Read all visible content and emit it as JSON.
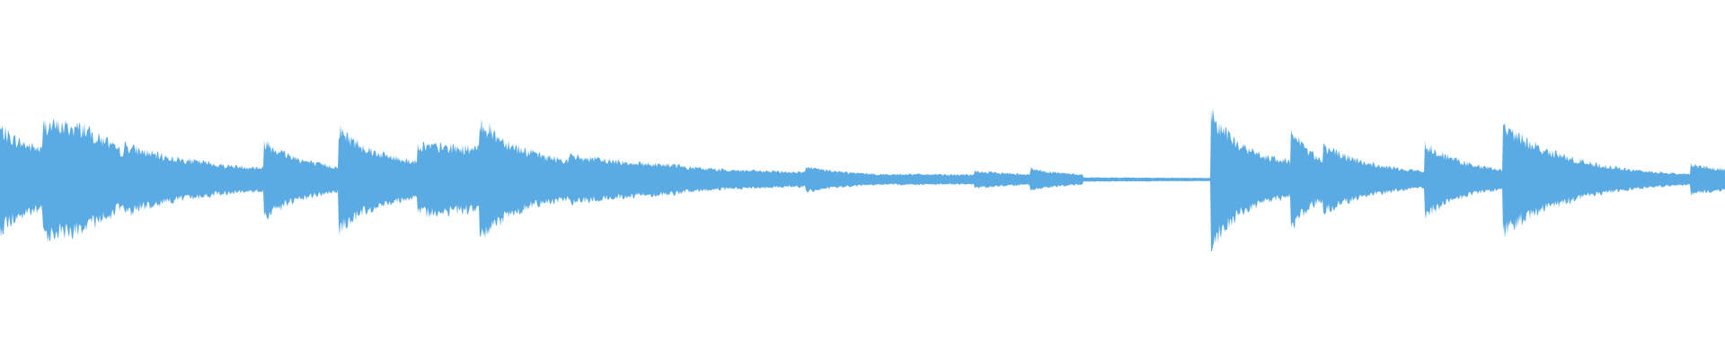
{
  "waveform": {
    "color": "#5aaae3",
    "background": "#ffffff",
    "segments": [
      {
        "start": 0.0,
        "end": 0.025,
        "peak": 0.74,
        "decay": 1.6,
        "floor": 0.36
      },
      {
        "start": 0.025,
        "end": 0.048,
        "peak": 0.8,
        "decay": 0.4,
        "floor": 0.62
      },
      {
        "start": 0.048,
        "end": 0.06,
        "peak": 0.78,
        "decay": 1.2,
        "floor": 0.48
      },
      {
        "start": 0.06,
        "end": 0.072,
        "peak": 0.64,
        "decay": 1.8,
        "floor": 0.34
      },
      {
        "start": 0.072,
        "end": 0.123,
        "peak": 0.5,
        "decay": 1.6,
        "floor": 0.17
      },
      {
        "start": 0.123,
        "end": 0.153,
        "peak": 0.22,
        "decay": 0.9,
        "floor": 0.13
      },
      {
        "start": 0.153,
        "end": 0.196,
        "peak": 0.56,
        "decay": 1.8,
        "floor": 0.1
      },
      {
        "start": 0.196,
        "end": 0.242,
        "peak": 0.74,
        "decay": 2.0,
        "floor": 0.18
      },
      {
        "start": 0.242,
        "end": 0.278,
        "peak": 0.5,
        "decay": 0.6,
        "floor": 0.36
      },
      {
        "start": 0.278,
        "end": 0.33,
        "peak": 0.86,
        "decay": 2.2,
        "floor": 0.2
      },
      {
        "start": 0.33,
        "end": 0.395,
        "peak": 0.34,
        "decay": 1.2,
        "floor": 0.14
      },
      {
        "start": 0.395,
        "end": 0.467,
        "peak": 0.18,
        "decay": 1.4,
        "floor": 0.08
      },
      {
        "start": 0.467,
        "end": 0.52,
        "peak": 0.18,
        "decay": 2.0,
        "floor": 0.05
      },
      {
        "start": 0.52,
        "end": 0.565,
        "peak": 0.08,
        "decay": 0.6,
        "floor": 0.05
      },
      {
        "start": 0.565,
        "end": 0.597,
        "peak": 0.12,
        "decay": 1.0,
        "floor": 0.05
      },
      {
        "start": 0.597,
        "end": 0.628,
        "peak": 0.16,
        "decay": 1.6,
        "floor": 0.05
      },
      {
        "start": 0.628,
        "end": 0.702,
        "peak": 0.03,
        "decay": 0.5,
        "floor": 0.01
      },
      {
        "start": 0.702,
        "end": 0.748,
        "peak": 0.96,
        "decay": 2.4,
        "floor": 0.18
      },
      {
        "start": 0.748,
        "end": 0.767,
        "peak": 0.82,
        "decay": 2.0,
        "floor": 0.22
      },
      {
        "start": 0.767,
        "end": 0.826,
        "peak": 0.48,
        "decay": 2.0,
        "floor": 0.06
      },
      {
        "start": 0.826,
        "end": 0.871,
        "peak": 0.52,
        "decay": 1.8,
        "floor": 0.06
      },
      {
        "start": 0.871,
        "end": 0.98,
        "peak": 0.78,
        "decay": 2.8,
        "floor": 0.03
      },
      {
        "start": 0.98,
        "end": 1.0,
        "peak": 0.22,
        "decay": 1.0,
        "floor": 0.1
      }
    ]
  }
}
